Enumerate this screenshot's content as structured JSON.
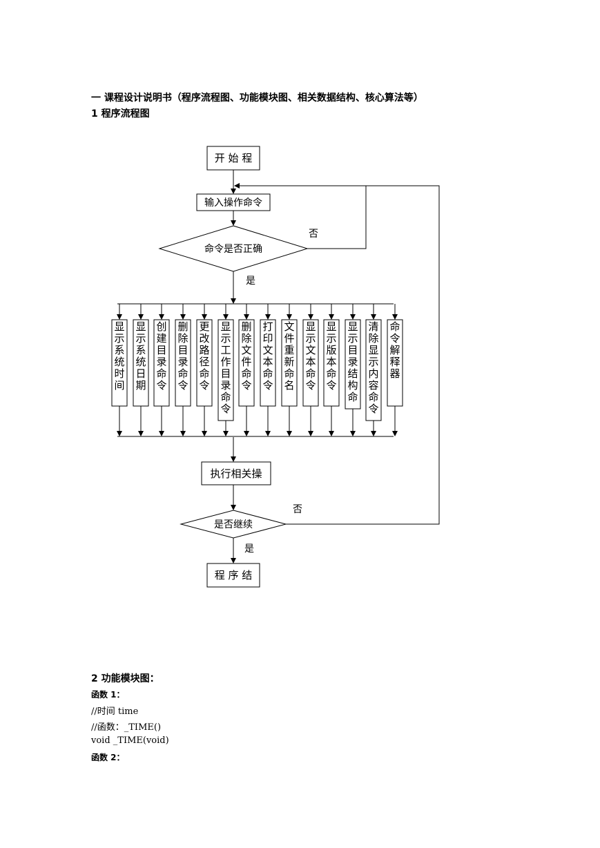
{
  "headings": {
    "section1": "一  课程设计说明书（程序流程图、功能模块图、相关数据结构、核心算法等）",
    "flow_title": "1  程序流程图",
    "module_title": "2  功能模块图："
  },
  "flowchart": {
    "start": "开 始 程",
    "input": "输入操作命令",
    "decision_valid": "命令是否正确",
    "label_no_1": "否",
    "label_yes_1": "是",
    "commands": [
      "显示系统时间",
      "显示系统日期",
      "创建目录命令",
      "删除目录命令",
      "更改路径命令",
      "显示工作目录命令",
      "删除文件命令",
      "打印文本命令",
      "文件重新命名",
      "显示文本命令",
      "显示版本命令",
      "显示目录结构命",
      "清除显示内容命令",
      "命令解释器"
    ],
    "execute": "执行相关操",
    "decision_continue": "是否继续",
    "label_no_2": "否",
    "label_yes_2": "是",
    "end": "程 序 结"
  },
  "code_lines": [
    {
      "text": "函数 1：",
      "bold": true
    },
    {
      "text": "//时间 time",
      "bold": false
    },
    {
      "text": "//函数：_TIME()",
      "bold": false
    },
    {
      "text": "void _TIME(void)",
      "bold": false
    },
    {
      "text": "函数 2：",
      "bold": true
    }
  ]
}
